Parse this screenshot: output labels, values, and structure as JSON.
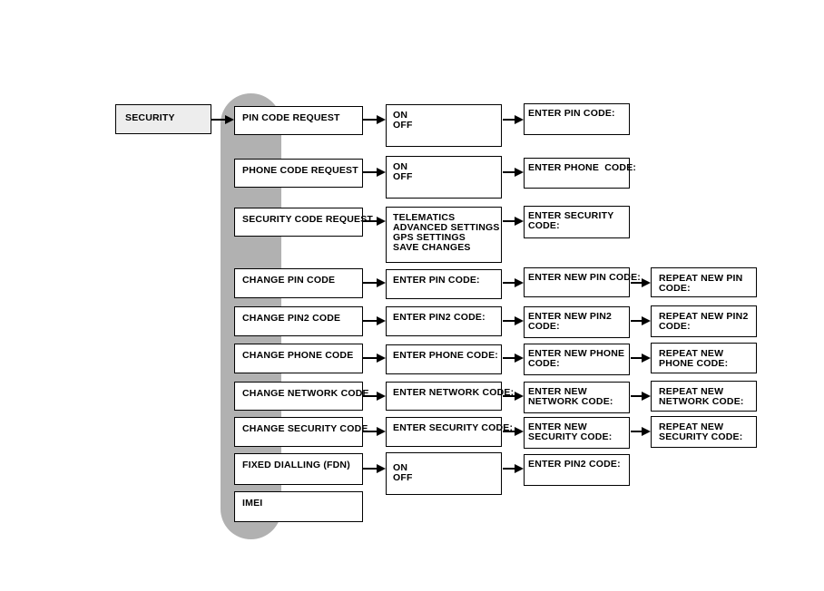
{
  "root": {
    "label": "SECURITY"
  },
  "rows": [
    {
      "menu": "PIN CODE REQUEST",
      "l2": "ON\nOFF",
      "l3": "ENTER PIN CODE:",
      "l4": null
    },
    {
      "menu": "PHONE CODE REQUEST",
      "l2": "ON\nOFF",
      "l3": "ENTER PHONE  CODE:",
      "l4": null
    },
    {
      "menu": "SECURITY CODE REQUEST",
      "l2": "TELEMATICS\nADVANCED SETTINGS\nGPS SETTINGS\nSAVE CHANGES",
      "l3": "ENTER SECURITY\nCODE:",
      "l4": null
    },
    {
      "menu": "CHANGE PIN CODE",
      "l2": "ENTER PIN CODE:",
      "l3": "ENTER NEW PIN CODE:",
      "l4": "REPEAT NEW PIN\nCODE:"
    },
    {
      "menu": "CHANGE PIN2 CODE",
      "l2": "ENTER PIN2 CODE:",
      "l3": "ENTER NEW PIN2\nCODE:",
      "l4": "REPEAT NEW PIN2\nCODE:"
    },
    {
      "menu": "CHANGE PHONE CODE",
      "l2": "ENTER PHONE CODE:",
      "l3": "ENTER NEW PHONE\nCODE:",
      "l4": "REPEAT NEW\nPHONE CODE:"
    },
    {
      "menu": "CHANGE NETWORK CODE",
      "l2": "ENTER NETWORK CODE:",
      "l3": "ENTER NEW\nNETWORK CODE:",
      "l4": "REPEAT NEW\nNETWORK CODE:"
    },
    {
      "menu": "CHANGE SECURITY CODE",
      "l2": "ENTER SECURITY CODE:",
      "l3": "ENTER NEW\nSECURITY CODE:",
      "l4": "REPEAT NEW\nSECURITY CODE:"
    },
    {
      "menu": "FIXED DIALLING (FDN)",
      "l2": "ON\nOFF",
      "l3": "ENTER PIN2 CODE:",
      "l4": null
    },
    {
      "menu": "IMEI",
      "l2": null,
      "l3": null,
      "l4": null
    }
  ],
  "colors": {
    "background": "#ffffff",
    "spine_gray": "#b1b1b1",
    "root_fill": "#ededed",
    "box_fill": "#ffffff",
    "border": "#000000"
  }
}
